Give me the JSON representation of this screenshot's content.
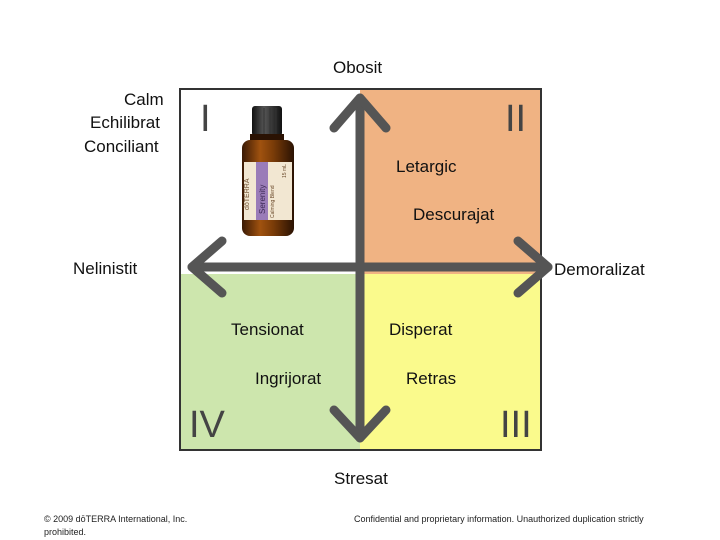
{
  "axes": {
    "top": "Obosit",
    "bottom": "Stresat",
    "left": "Nelinistit",
    "right": "Demoralizat"
  },
  "left_group": [
    "Calm",
    "Echilibrat",
    "Conciliant"
  ],
  "quadrants": {
    "top_left": {
      "numeral": "I",
      "color": "#ffffff"
    },
    "top_right": {
      "numeral": "II",
      "color": "#f0b383",
      "words": [
        "Letargic",
        "Descurajat"
      ]
    },
    "bottom_left": {
      "numeral": "IV",
      "color": "#cde6ad",
      "words": [
        "Tensionat",
        "Ingrijorat"
      ]
    },
    "bottom_right": {
      "numeral": "III",
      "color": "#fafa8c",
      "words": [
        "Disperat",
        "Retras"
      ]
    }
  },
  "product": {
    "brand": "dōTERRA",
    "name": "Serenity",
    "sub": "Calming Blend",
    "volume": "15 mL"
  },
  "arrow_color": "#555555",
  "footer": {
    "copyright": "© 2009 dōTERRA International, Inc.",
    "copyright_line2": "prohibited.",
    "notice": "Confidential and proprietary information. Unauthorized duplication strictly"
  }
}
